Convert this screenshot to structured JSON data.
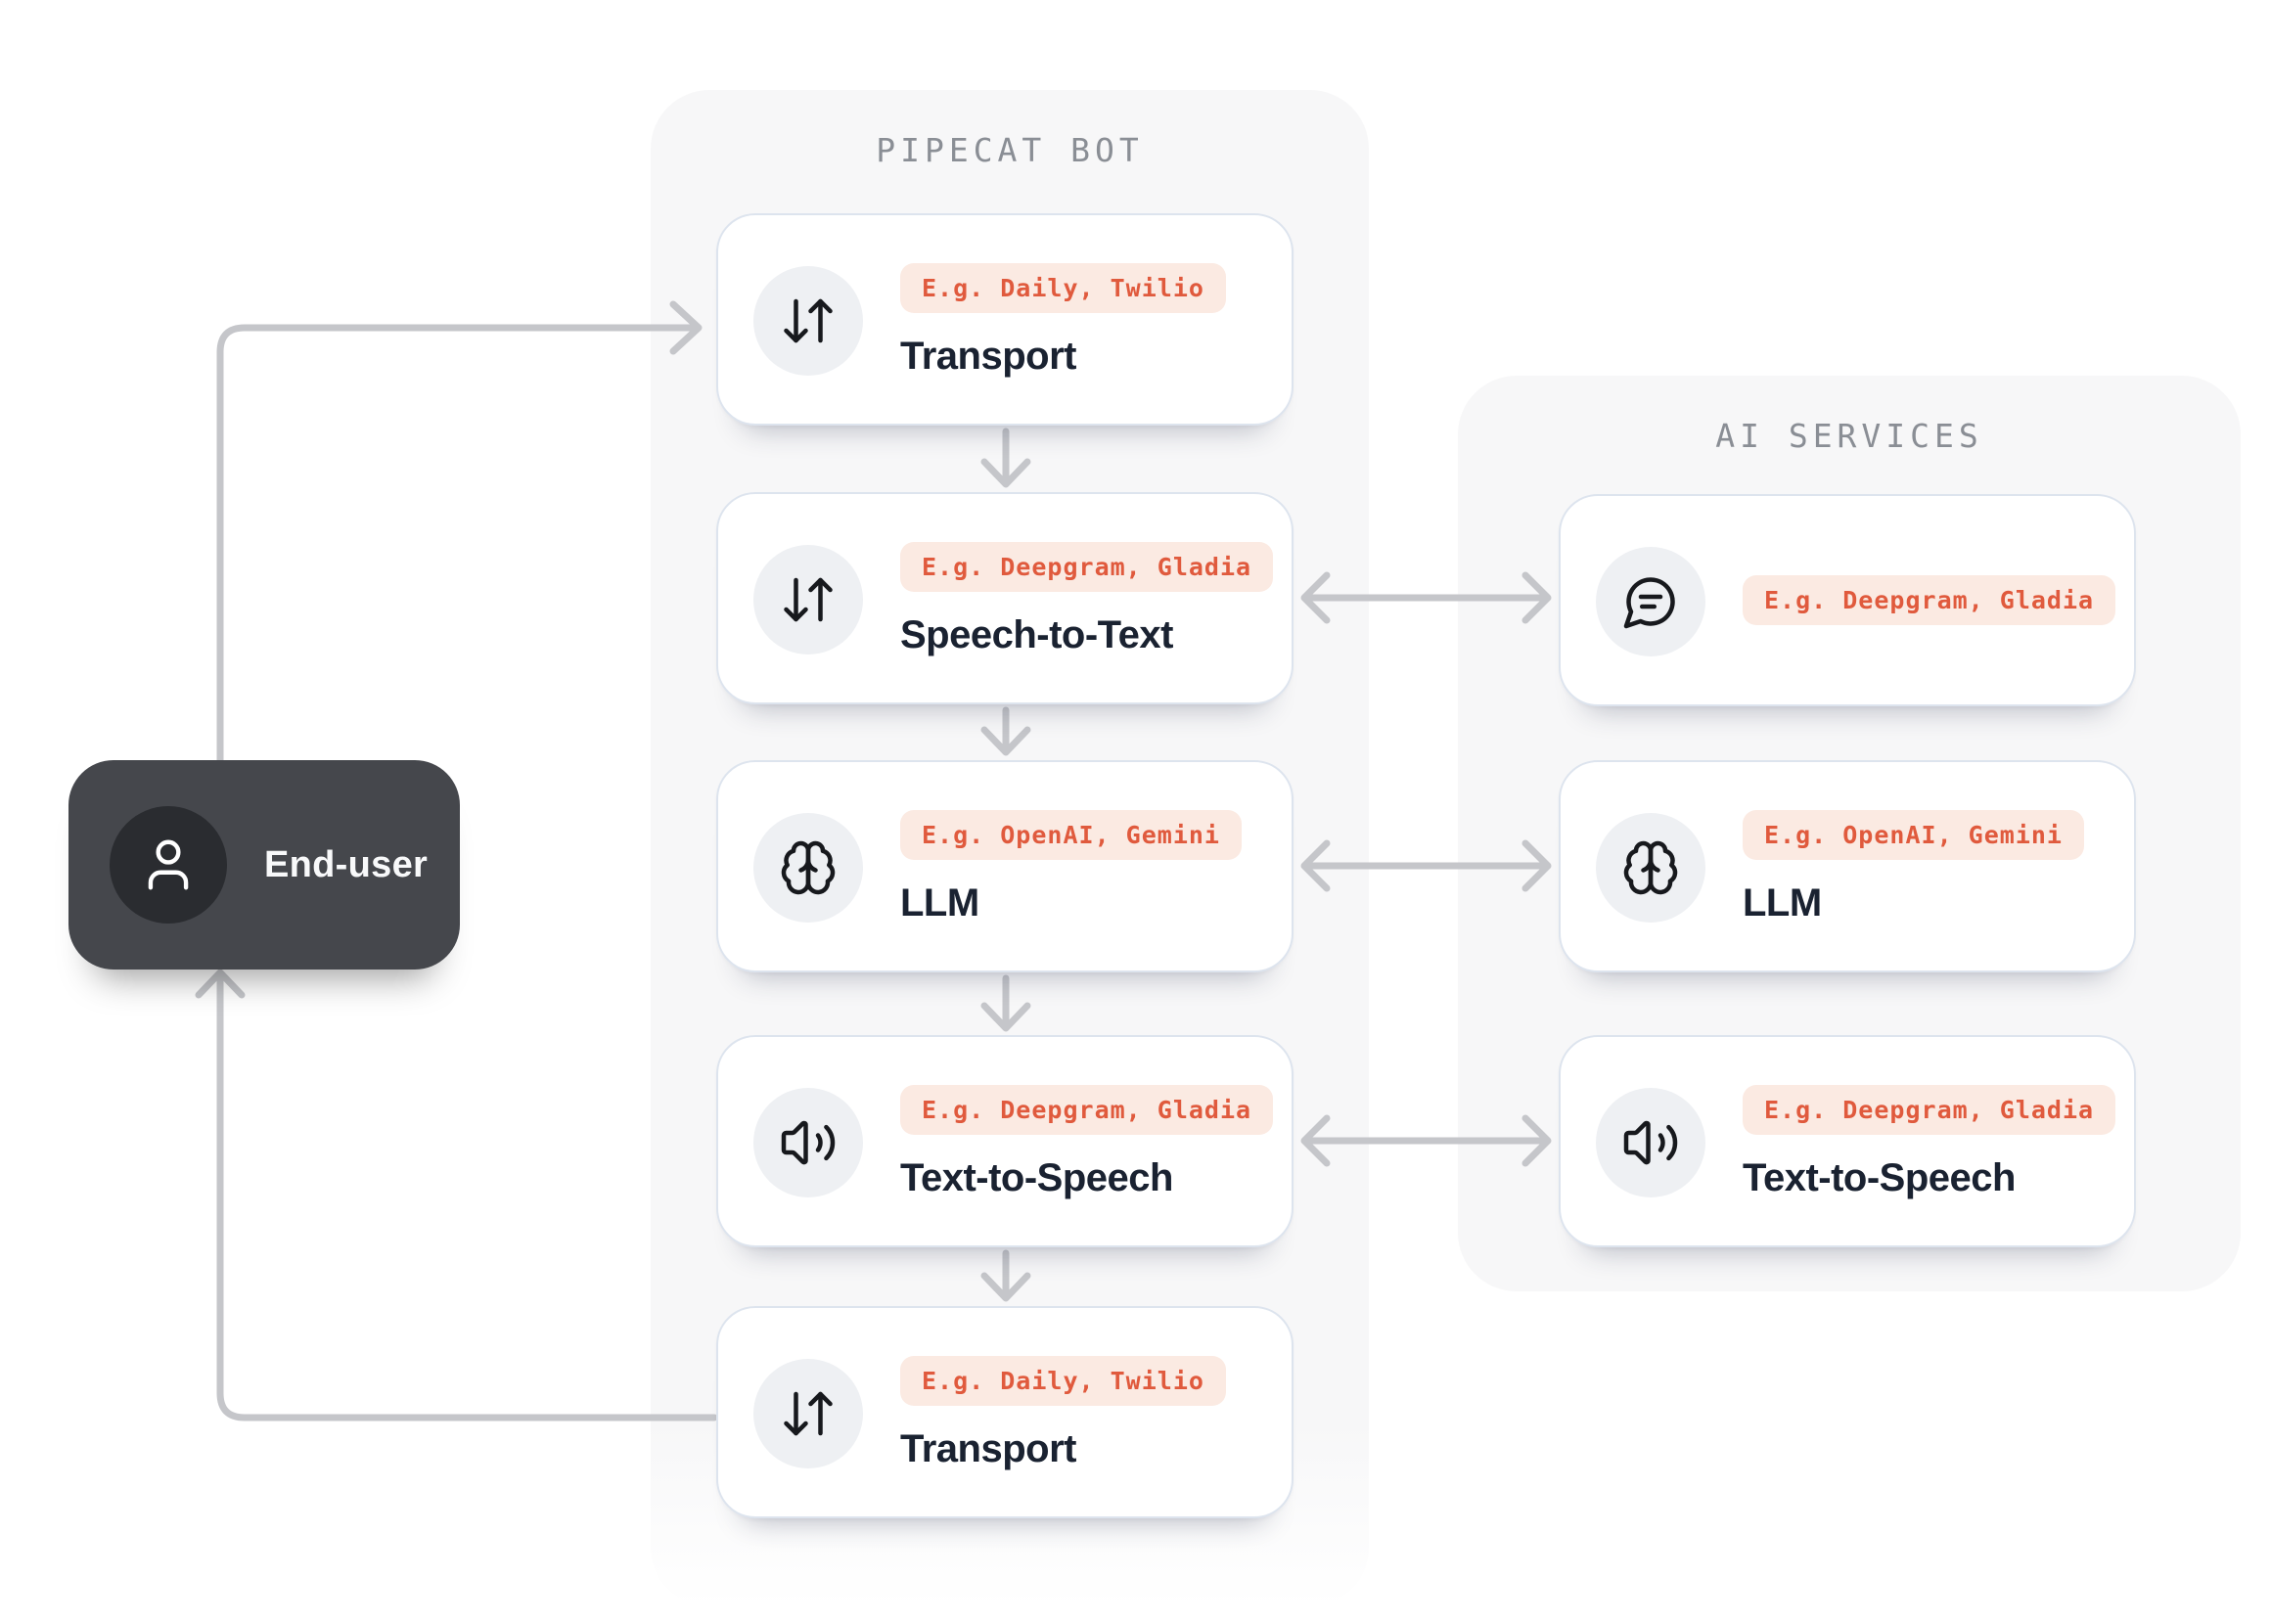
{
  "end_user": {
    "label": "End-user",
    "icon": "user-icon"
  },
  "pipecat_panel": {
    "title": "PIPECAT BOT",
    "cards": [
      {
        "id": "transport-in",
        "icon": "arrows-up-down-icon",
        "badge": "E.g. Daily, Twilio",
        "title": "Transport"
      },
      {
        "id": "speech-to-text",
        "icon": "arrows-up-down-icon",
        "badge": "E.g. Deepgram, Gladia",
        "title": "Speech-to-Text"
      },
      {
        "id": "llm",
        "icon": "brain-icon",
        "badge": "E.g. OpenAI, Gemini",
        "title": "LLM"
      },
      {
        "id": "text-to-speech",
        "icon": "speaker-icon",
        "badge": "E.g. Deepgram, Gladia",
        "title": "Text-to-Speech"
      },
      {
        "id": "transport-out",
        "icon": "arrows-up-down-icon",
        "badge": "E.g. Daily, Twilio",
        "title": "Transport"
      }
    ]
  },
  "ai_panel": {
    "title": "AI SERVICES",
    "cards": [
      {
        "id": "stt-service",
        "icon": "speech-bubble-icon",
        "badge": "E.g. Deepgram, Gladia",
        "title": ""
      },
      {
        "id": "llm-service",
        "icon": "brain-icon",
        "badge": "E.g. OpenAI, Gemini",
        "title": "LLM"
      },
      {
        "id": "tts-service",
        "icon": "speaker-icon",
        "badge": "E.g. Deepgram, Gladia",
        "title": "Text-to-Speech"
      }
    ]
  },
  "colors": {
    "accent_text": "#e05a3d",
    "badge_background": "#fbeae2",
    "card_title": "#1a2231",
    "panel_background": "#f7f7f8",
    "panel_title": "#8a8e95",
    "connector": "#c5c6ca",
    "end_user_background": "#45474c",
    "card_border": "#dde4ee"
  }
}
